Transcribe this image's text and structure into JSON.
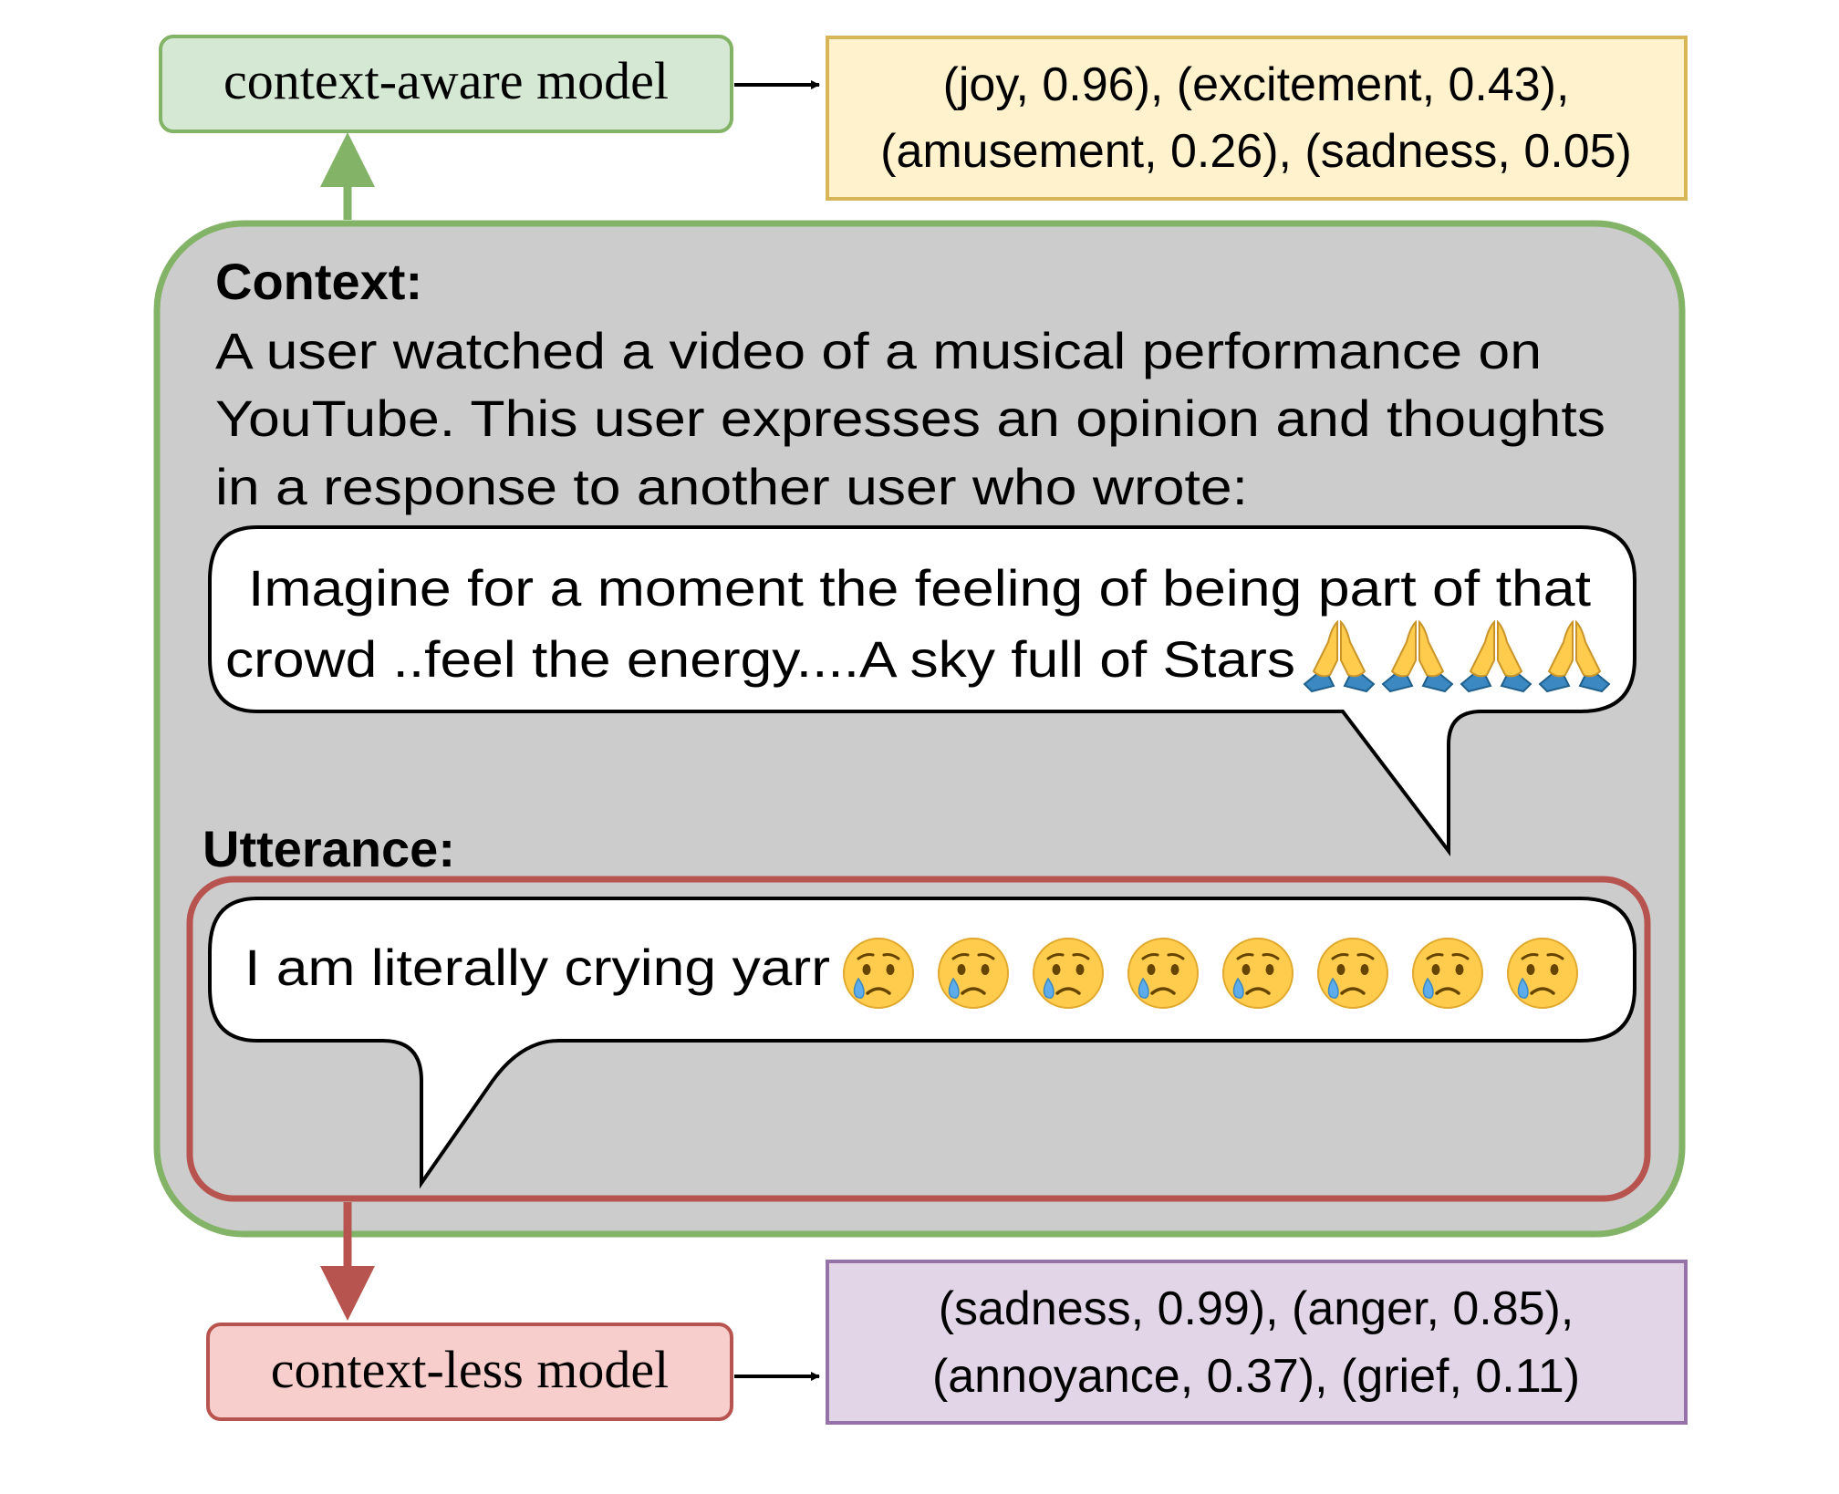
{
  "context_aware": {
    "label": "context-aware model",
    "output_line1": "(joy, 0.96), (excitement, 0.43),",
    "output_line2": "(amusement, 0.26), (sadness, 0.05)"
  },
  "context_less": {
    "label": "context-less model",
    "output_line1": "(sadness, 0.99), (anger, 0.85),",
    "output_line2": "(annoyance, 0.37), (grief, 0.11)"
  },
  "context": {
    "heading": "Context:",
    "line1": "A user watched a video of a musical performance on",
    "line2": "YouTube. This user expresses an opinion and thoughts",
    "line3": "in a response to another user who wrote:",
    "bubble_line1": "Imagine for a moment the feeling of being part of that",
    "bubble_line2": "crowd ..feel the energy....A sky full of Stars"
  },
  "utterance": {
    "heading": "Utterance:",
    "text": "I am literally crying yarr"
  },
  "icons": {
    "praying_hands": [
      "praying-hands-icon",
      "praying-hands-icon",
      "praying-hands-icon",
      "praying-hands-icon"
    ],
    "crying_face": [
      "crying-face-icon",
      "crying-face-icon",
      "crying-face-icon",
      "crying-face-icon",
      "crying-face-icon",
      "crying-face-icon",
      "crying-face-icon",
      "crying-face-icon"
    ]
  },
  "colors": {
    "green_border": "#82b366",
    "green_fill": "#d5e8d4",
    "red_border": "#b85450",
    "red_fill": "#f8cecc",
    "yellow_border": "#d6b656",
    "yellow_fill": "#fff2cc",
    "purple_border": "#9673a6",
    "purple_fill": "#e1d5e7",
    "gray_fill": "#cccccc"
  }
}
